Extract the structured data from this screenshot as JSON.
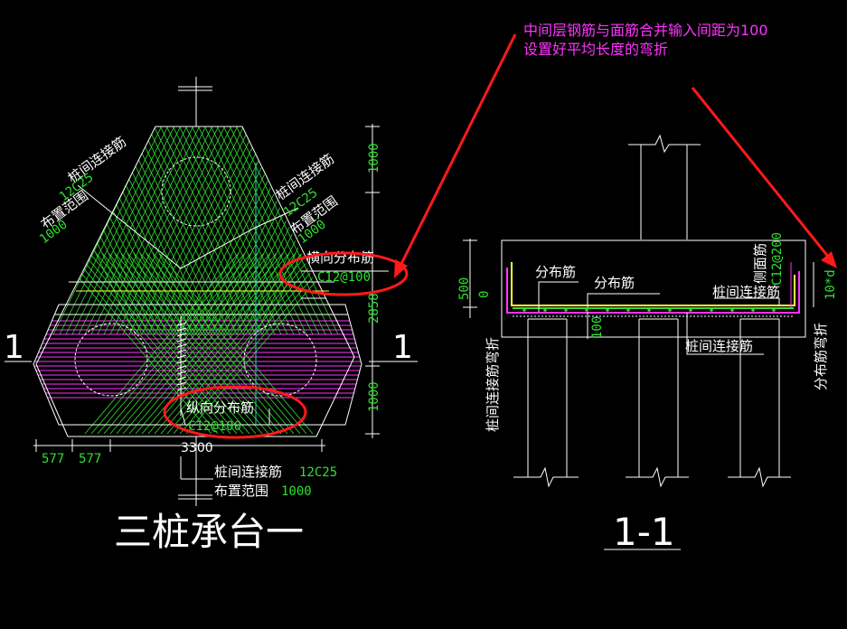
{
  "annotation": {
    "line1": "中间层钢筋与面筋合并输入间距为100",
    "line2": "设置好平均长度的弯折"
  },
  "plan": {
    "title": "三桩承台一",
    "section_mark": "1",
    "left_label": {
      "name": "桩间连接筋",
      "spec": "12C25",
      "range": "布置范围",
      "range_val": "1000"
    },
    "right_label": {
      "name": "桩间连接筋",
      "spec": "12C25",
      "range": "布置范围",
      "range_val": "1000"
    },
    "transverse": {
      "name": "横向分布筋",
      "spec": "C12@100"
    },
    "longitudinal": {
      "name": "纵向分布筋",
      "spec": "C12@100"
    },
    "bottom_label": {
      "name": "桩间连接筋",
      "spec": "12C25",
      "range": "布置范围",
      "range_val": "1000"
    },
    "dims_bottom": [
      "577",
      "577",
      "3300"
    ],
    "dims_right": [
      "1000",
      "2858",
      "1000"
    ]
  },
  "section": {
    "title": "1-1",
    "dim_500": "500",
    "dim_0": "0",
    "dim_100": "100",
    "dist1": "分布筋",
    "dist2": "分布筋",
    "connect_top": "桩间连接筋",
    "connect_bottom": "桩间连接筋",
    "side_bar": "侧面筋",
    "side_spec": "C12@200",
    "left_vertical": "桩间连接筋弯折",
    "right_vertical": "分布筋弯折",
    "right_dim": "10*d"
  },
  "colors": {
    "green": "#2fe02f",
    "magenta": "#ff33ff",
    "red": "#ff1a1a",
    "yellow": "#ffff40",
    "cyan": "#20d0d0",
    "white": "#ffffff"
  }
}
